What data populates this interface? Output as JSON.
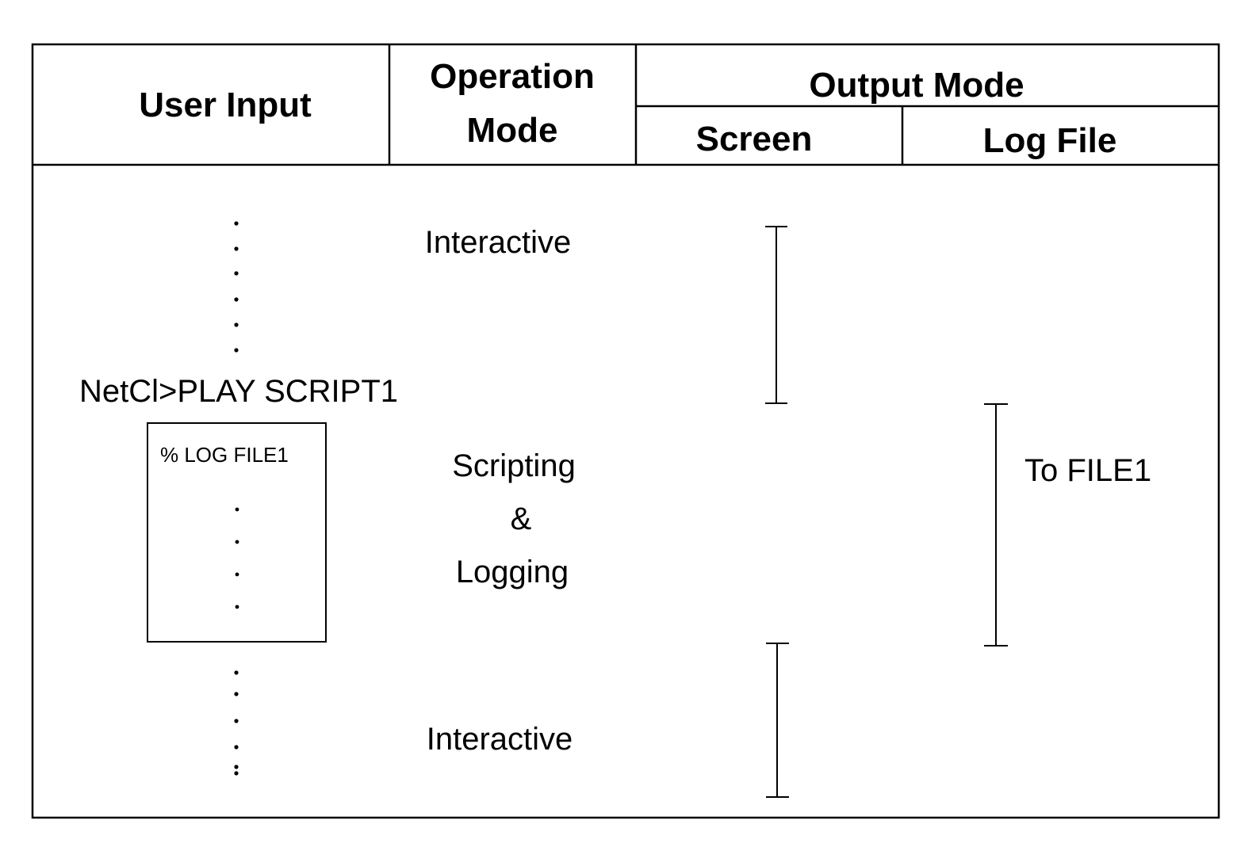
{
  "header": {
    "user_input": "User Input",
    "operation_mode_line1": "Operation",
    "operation_mode_line2": "Mode",
    "output_mode": "Output Mode",
    "screen": "Screen",
    "log_file": "Log File"
  },
  "rows": {
    "interactive_top": "Interactive",
    "command": "NetCl>PLAY SCRIPT1",
    "script_box_line": "% LOG FILE1",
    "scripting_line1": "Scripting",
    "scripting_line2": "&",
    "scripting_line3": "Logging",
    "interactive_bottom": "Interactive",
    "log_target": "To FILE1"
  }
}
